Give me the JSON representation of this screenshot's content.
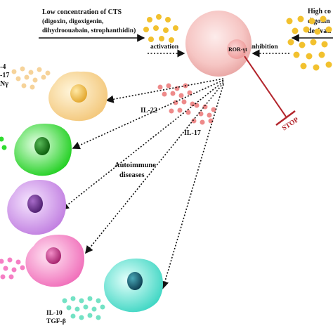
{
  "labels": {
    "low_cts_line1": "Low concentration of CTS",
    "low_cts_line2": "(digoxin, digoxigenin,",
    "low_cts_line3": "dihydroouabain, strophanthidin)",
    "high_cts_line1": "High co",
    "high_cts_line2": "digoxin",
    "high_cts_line3": "derivati",
    "activation": "activation",
    "inhibition": "inhibition",
    "ror": "ROR-γt",
    "stop": "STOP",
    "il22": "IL-22",
    "il17": "IL-17",
    "autoimmune_line1": "Autoimmune",
    "autoimmune_line2": "diseases",
    "left_cyto_1": "-4",
    "left_cyto_2": "-17",
    "left_cyto_3": "Nγ",
    "il10": "IL-10",
    "tgfb": "TGF-β"
  },
  "colors": {
    "central_cell": "#f7c9c7",
    "nucleus": "#f4a8a7",
    "compound_dot": "#f2c12e",
    "cytokine_dot": "#ee8a8a",
    "stop_red": "#b3262d",
    "cell_yellow": "#f7dca0",
    "cell_green": "#2fdc2f",
    "cell_purple": "#cf8de8",
    "cell_pink": "#f57fc4",
    "cell_cyan": "#5fe3d2",
    "il10_dot": "#73e2c4"
  }
}
